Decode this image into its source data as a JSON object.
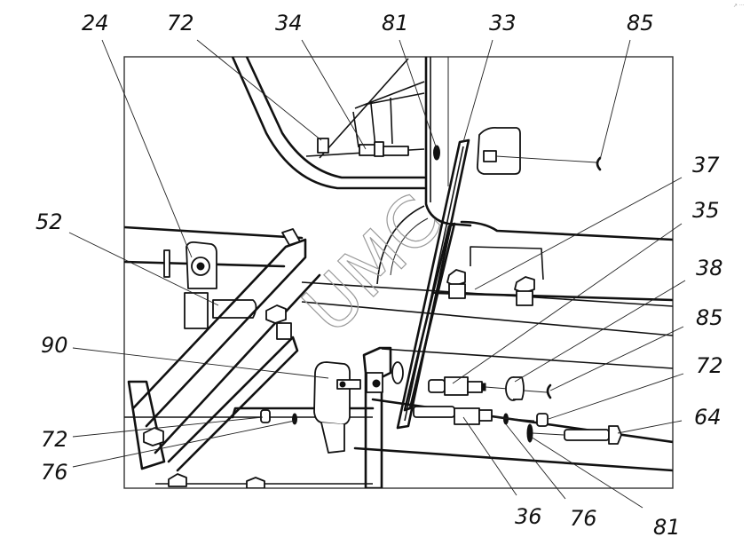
{
  "drawing": {
    "title": "Exploded assembly view",
    "watermark": "UMC",
    "corner_mark": "↗ ···",
    "colors": {
      "line": "#111111",
      "watermark": "#9a9a9a",
      "background": "#ffffff"
    }
  },
  "callouts": [
    {
      "id": "c24a",
      "label": "24",
      "side": "top"
    },
    {
      "id": "c72a",
      "label": "72",
      "side": "top"
    },
    {
      "id": "c34",
      "label": "34",
      "side": "top"
    },
    {
      "id": "c81a",
      "label": "81",
      "side": "top"
    },
    {
      "id": "c33",
      "label": "33",
      "side": "top"
    },
    {
      "id": "c85a",
      "label": "85",
      "side": "top"
    },
    {
      "id": "c37",
      "label": "37",
      "side": "right"
    },
    {
      "id": "c35",
      "label": "35",
      "side": "right"
    },
    {
      "id": "c38",
      "label": "38",
      "side": "right"
    },
    {
      "id": "c85b",
      "label": "85",
      "side": "right"
    },
    {
      "id": "c72b",
      "label": "72",
      "side": "right"
    },
    {
      "id": "c64",
      "label": "64",
      "side": "right"
    },
    {
      "id": "c52",
      "label": "52",
      "side": "left"
    },
    {
      "id": "c90",
      "label": "90",
      "side": "left"
    },
    {
      "id": "c72c",
      "label": "72",
      "side": "left"
    },
    {
      "id": "c76a",
      "label": "76",
      "side": "left"
    },
    {
      "id": "c36",
      "label": "36",
      "side": "bottom"
    },
    {
      "id": "c76b",
      "label": "76",
      "side": "bottom"
    },
    {
      "id": "c81b",
      "label": "81",
      "side": "bottom"
    }
  ]
}
